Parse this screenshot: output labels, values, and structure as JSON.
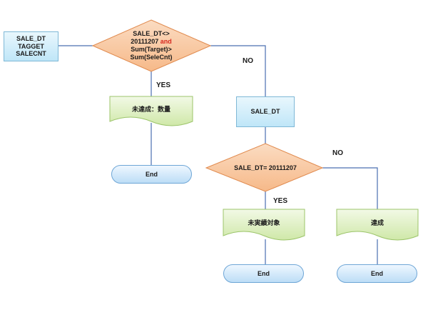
{
  "nodes": {
    "input_fields": {
      "lines": "SALE_DT\nTAGGET\nSALECNT"
    },
    "decision_1": {
      "line1": "SALE_DT<>",
      "line2_a": "20111207",
      "line2_b": "and",
      "line3": "Sum(Target)>",
      "line4": "Sum(SeleCnt)"
    },
    "doc_unachieved_qty": {
      "label": "未達成：数量"
    },
    "end_1": {
      "label": "End"
    },
    "sale_dt_box": {
      "label": "SALE_DT"
    },
    "decision_2": {
      "lines": "SALE_DT=\n20111207"
    },
    "doc_not_target": {
      "label": "未実績対象"
    },
    "doc_achieved": {
      "label": "達成"
    },
    "end_2": {
      "label": "End"
    },
    "end_3": {
      "label": "End"
    }
  },
  "edges": {
    "d1_no": "NO",
    "d1_yes": "YES",
    "d2_no": "NO",
    "d2_yes": "YES"
  },
  "colors": {
    "line": "#4a6fb0",
    "diamond_fill": "#f9c9a3",
    "diamond_stroke": "#e08a4e",
    "doc_fill": "#e3f3c8",
    "doc_stroke": "#9cc46a",
    "accent_red": "#d8281e"
  }
}
